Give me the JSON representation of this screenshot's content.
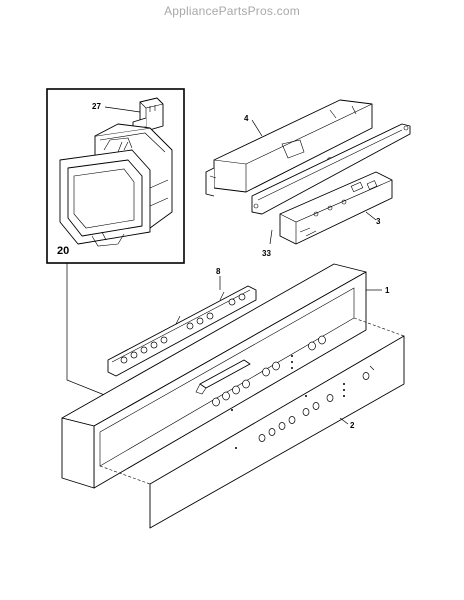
{
  "watermark": "AppliancePartsPros.com",
  "callouts": {
    "inset_box": "20",
    "part_27": "27",
    "part_4": "4",
    "part_33": "33",
    "part_3": "3",
    "part_8": "8",
    "part_1": "1",
    "part_2": "2"
  }
}
